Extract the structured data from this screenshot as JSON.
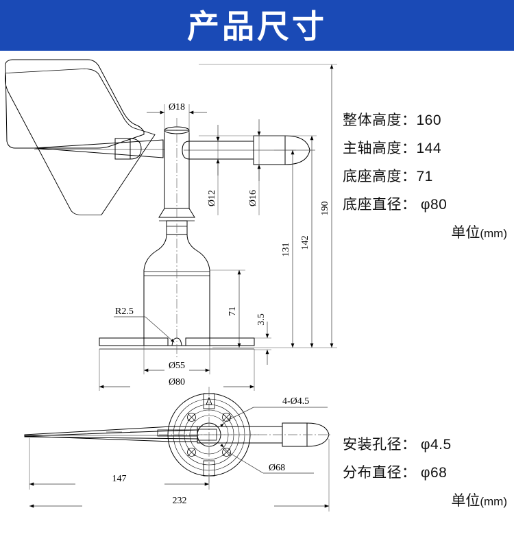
{
  "banner": {
    "title": "产品尺寸"
  },
  "specs_top": {
    "lines": [
      "整体高度：160",
      "主轴高度：144",
      "底座高度：71",
      "底座直径： φ80"
    ],
    "unit_prefix": "单位",
    "unit_value": "(mm)"
  },
  "specs_bottom": {
    "lines": [
      "安装孔径： φ4.5",
      "分布直径： φ68"
    ],
    "unit_prefix": "单位",
    "unit_value": "(mm)"
  },
  "drawing_front": {
    "labels": {
      "dia18": "Ø18",
      "dia12": "Ø12",
      "dia16": "Ø16",
      "h190": "190",
      "h142": "142",
      "h131": "131",
      "h71": "71",
      "h35": "3.5",
      "r25": "R2.5",
      "dia55": "Ø55",
      "dia80": "Ø80"
    }
  },
  "drawing_top": {
    "labels": {
      "holes": "4-Ø4.5",
      "dia68": "Ø68",
      "len147": "147",
      "len232": "232"
    }
  },
  "colors": {
    "banner_blue": "#1a4ab6",
    "line_black": "#000000",
    "page_white": "#ffffff"
  }
}
